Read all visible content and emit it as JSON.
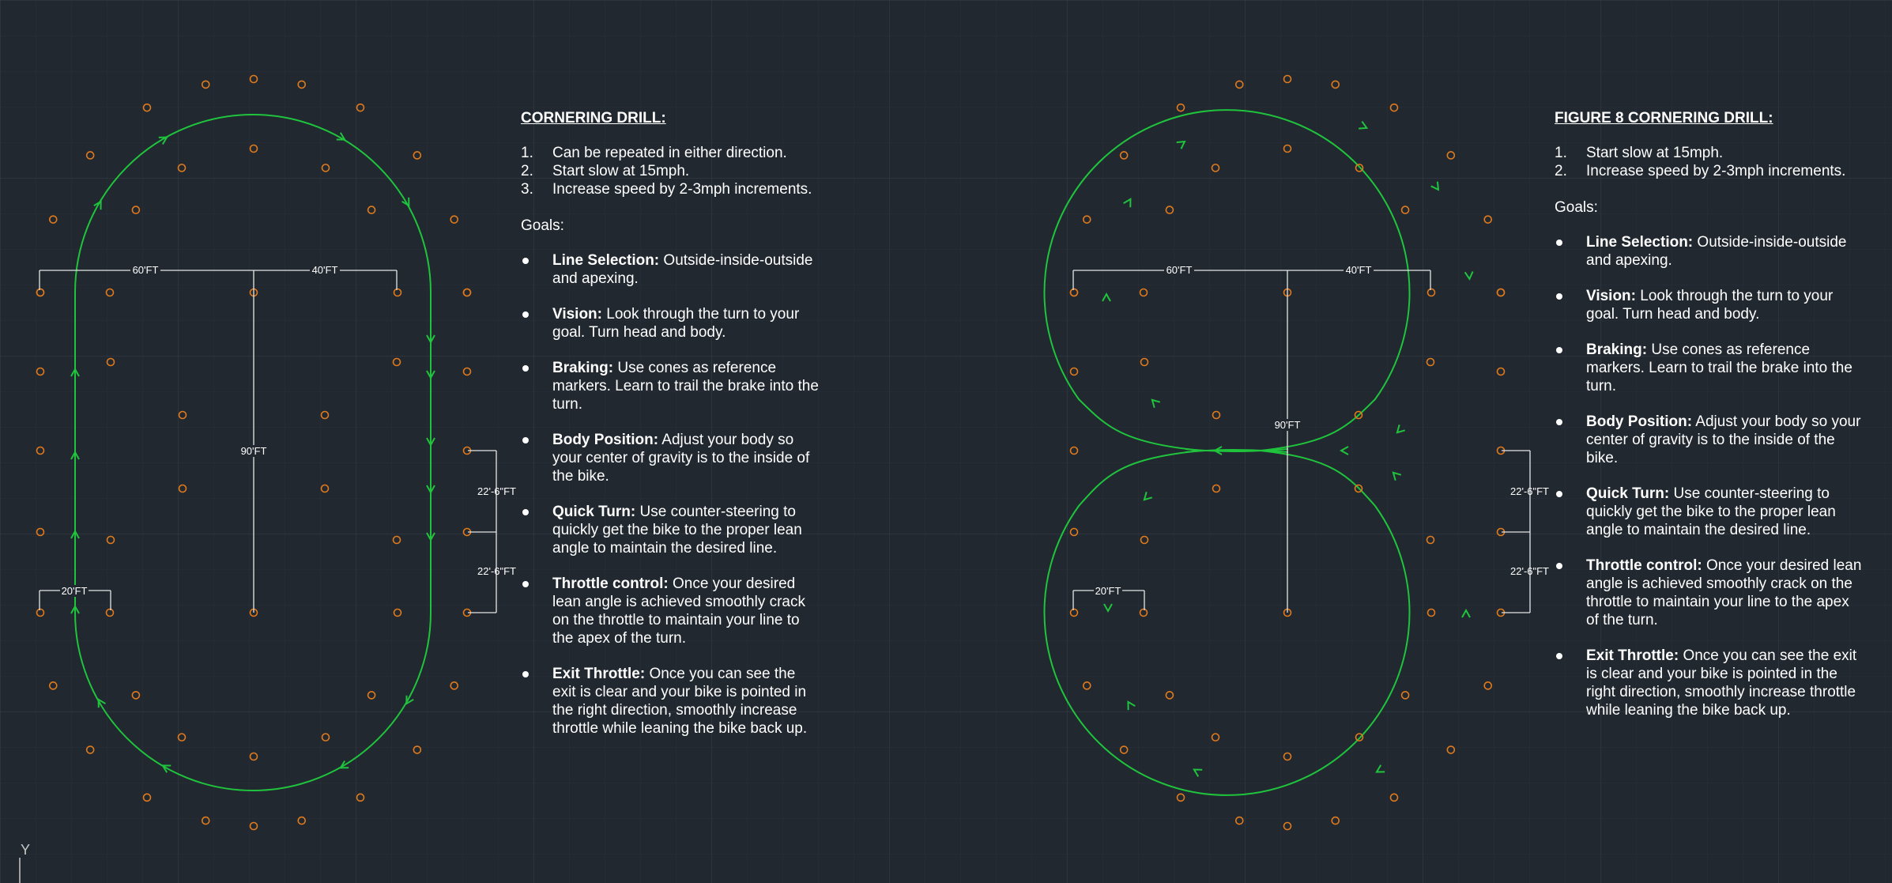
{
  "colors": {
    "background": "#212830",
    "grid_minor": "#2a313a",
    "grid_major": "#343c46",
    "path": "#1fc43c",
    "cone": "#e07a1c",
    "dimension": "#e6e6e6",
    "text": "#ffffff"
  },
  "left_panel": {
    "title": "CORNERING DRILL:",
    "steps": [
      {
        "num": "1.",
        "text": "Can be repeated in either direction."
      },
      {
        "num": "2.",
        "text": "Start slow at 15mph."
      },
      {
        "num": "3.",
        "text": "Increase speed by 2-3mph increments."
      }
    ],
    "goals_label": "Goals:",
    "goals": [
      {
        "term": "Line Selection:",
        "text": " Outside-inside-outside and apexing."
      },
      {
        "term": "Vision:",
        "text": " Look through the turn to your goal. Turn head and body."
      },
      {
        "term": "Braking:",
        "text": " Use cones as reference markers. Learn to trail the brake into the turn."
      },
      {
        "term": "Body Position:",
        "text": " Adjust your body so your center of gravity is to the inside of the bike."
      },
      {
        "term": "Quick Turn:",
        "text": " Use counter-steering to quickly get the bike to the proper lean angle to maintain the desired line."
      },
      {
        "term": "Throttle control:",
        "text": " Once your desired lean angle is achieved smoothly crack on the throttle to maintain your line to the apex of the turn."
      },
      {
        "term": "Exit Throttle:",
        "text": " Once you can see the exit is clear and your bike is pointed in the right direction, smoothly increase throttle while leaning the bike back up."
      }
    ]
  },
  "right_panel": {
    "title": "FIGURE 8 CORNERING DRILL:",
    "steps": [
      {
        "num": "1.",
        "text": "Start slow at 15mph."
      },
      {
        "num": "2.",
        "text": "Increase speed by 2-3mph increments."
      }
    ],
    "goals_label": "Goals:",
    "goals": [
      {
        "term": "Line Selection:",
        "text": " Outside-inside-outside and apexing."
      },
      {
        "term": "Vision:",
        "text": " Look through the turn to your goal. Turn head and body."
      },
      {
        "term": "Braking:",
        "text": " Use cones as reference markers. Learn to trail the brake into the turn."
      },
      {
        "term": "Body Position:",
        "text": " Adjust your body so your center of gravity is to the inside of the bike."
      },
      {
        "term": "Quick Turn:",
        "text": " Use counter-steering to quickly get the bike to the proper lean angle to maintain the desired line."
      },
      {
        "term": "Throttle control:",
        "text": " Once your desired lean angle is achieved smoothly crack on the throttle to maintain your line to the apex of the turn."
      },
      {
        "term": "Exit Throttle:",
        "text": " Once you can see the exit is clear and your bike is pointed in the right direction, smoothly increase throttle while leaning the bike back up."
      }
    ]
  },
  "dimensions": {
    "width_left": "60'FT",
    "width_right": "40'FT",
    "length": "90'FT",
    "spacing_upper": "22'-6\"FT",
    "spacing_lower": "22'-6\"FT",
    "offset": "20'FT"
  },
  "ucs_label": "Y"
}
